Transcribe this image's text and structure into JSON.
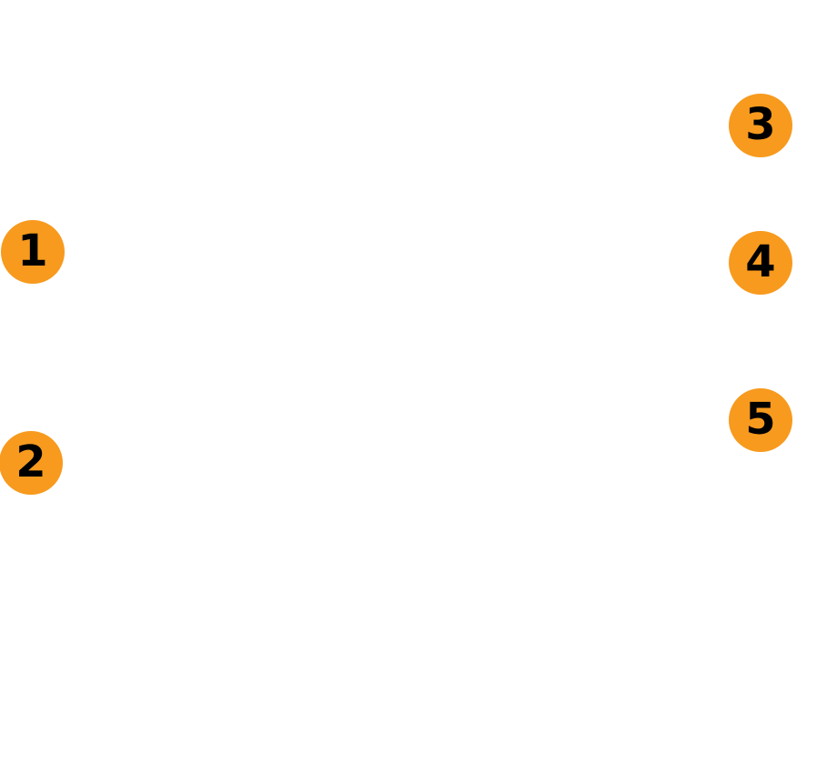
{
  "callouts": [
    {
      "label": "1",
      "color": "#F79A1E"
    },
    {
      "label": "2",
      "color": "#F79A1E"
    },
    {
      "label": "3",
      "color": "#F79A1E"
    },
    {
      "label": "4",
      "color": "#F79A1E"
    },
    {
      "label": "5",
      "color": "#F79A1E"
    }
  ],
  "colors": {
    "background": "#FFFFFF",
    "callout_fill": "#F79A1E",
    "callout_text": "#000000"
  }
}
